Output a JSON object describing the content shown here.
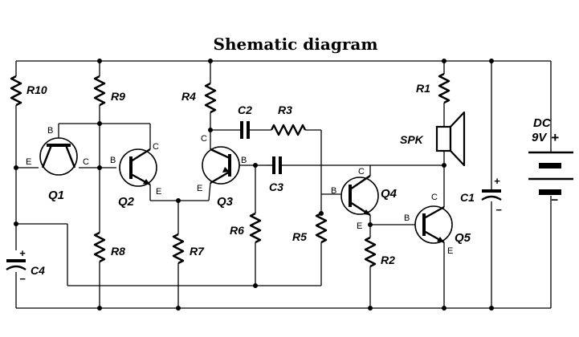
{
  "title": "Shematic diagram",
  "labels": {
    "r10": "R10",
    "r9": "R9",
    "r4": "R4",
    "r1": "R1",
    "r3": "R3",
    "r5": "R5",
    "r6": "R6",
    "r7": "R7",
    "r8": "R8",
    "r2": "R2",
    "c1": "C1",
    "c2": "C2",
    "c3": "C3",
    "c4": "C4",
    "q1": "Q1",
    "q2": "Q2",
    "q3": "Q3",
    "q4": "Q4",
    "q5": "Q5",
    "spk": "SPK",
    "battery_line1": "DC",
    "battery_line2": "9V"
  },
  "pins": {
    "base": "B",
    "collector": "C",
    "emitter": "E"
  },
  "polarity": {
    "plus": "+",
    "minus": "−"
  }
}
